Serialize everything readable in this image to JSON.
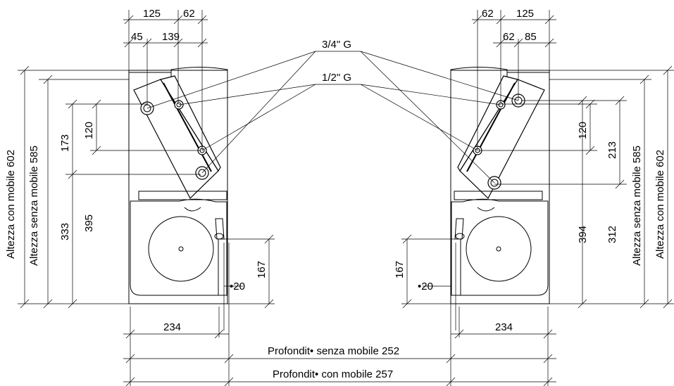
{
  "labels": {
    "g34": "3/4\" G",
    "g12": "1/2\" G",
    "depth_without": "Profondit• senza mobile 252",
    "depth_with": "Profondit• con mobile 257"
  },
  "left": {
    "top_125": "125",
    "top_62": "62",
    "top_45": "45",
    "top_139": "139",
    "h602": "Altezza con mobile 602",
    "h585": "Altezza senza mobile 585",
    "v173": "173",
    "v120": "120",
    "v333": "333",
    "v395": "395",
    "v167": "167",
    "d20": "•20",
    "w234": "234"
  },
  "right": {
    "top_62": "62",
    "top_125": "125",
    "top_62b": "62",
    "top_85": "85",
    "h602": "Altezza con mobile 602",
    "h585": "Altezza senza mobile 585",
    "v120": "120",
    "v213": "213",
    "v394": "394",
    "v312": "312",
    "v167": "167",
    "d20": "•20",
    "w234": "234"
  }
}
